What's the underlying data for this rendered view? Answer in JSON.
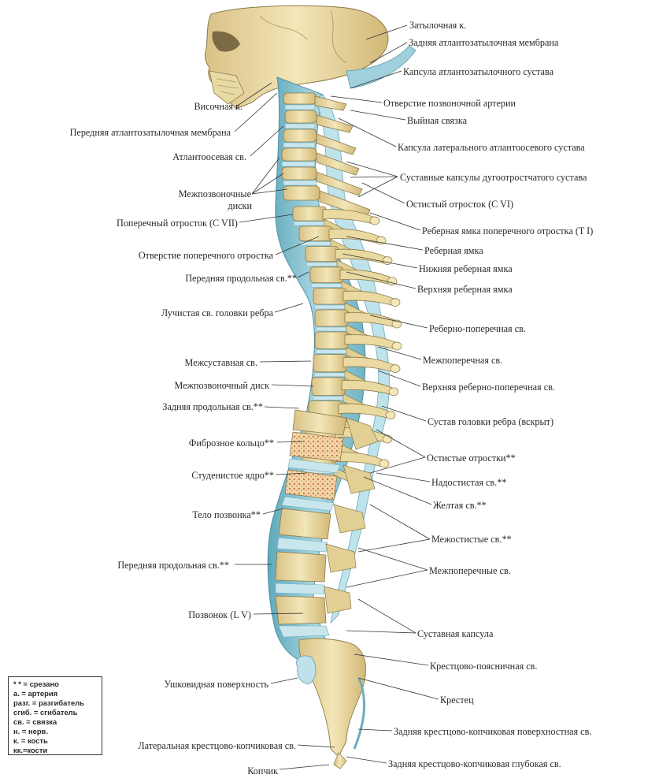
{
  "labels_right": [
    "Затылочная к.",
    "Задняя атлантозатылочная мембрана",
    "Капсула атлантозатылочного сустава",
    "Отверстие позвоночной артерии",
    "Выйная связка",
    "Капсула латерального атлантоосевого сустава",
    "Суставные капсулы дугоотростчатого сустава",
    "Остистый отросток (C VI)",
    "Реберная ямка поперечного отростка (T I)",
    "Реберная ямка",
    "Нижняя реберная ямка",
    "Верхняя реберная ямка",
    "Реберно-поперечная св.",
    "Межпоперечная св.",
    "Верхняя реберно-поперечная св.",
    "Сустав головки ребра (вскрыт)",
    "Остистые отростки**",
    "Надостистая св.**",
    "Желтая св.**",
    "Межостистые св.**",
    "Межпоперечные св.",
    "Суставная капсула",
    "Крестцово-поясничная св.",
    "Крестец",
    "Задняя крестцово-копчиковая поверхностная св.",
    "Задняя крестцово-копчиковая глубокая св."
  ],
  "labels_left": [
    "Височная к.",
    "Передняя атлантозатылочная мембрана",
    "Атлантоосевая св.",
    "Межпозвоночные",
    "диски",
    "Поперечный отросток (C VII)",
    "Отверстие поперечного отростка",
    "Передняя продольная св.**",
    "Лучистая св. головки ребра",
    "Межсуставная св.",
    "Межпозвоночный диск",
    "Задняя продольная св.**",
    "Фиброзное кольцо**",
    "Студенистое ядро**",
    "Тело позвонка**",
    "Передняя продольная св.**",
    "Позвонок (L V)",
    "Ушковидная поверхность",
    "Латеральная крестцово-копчиковая св.",
    "Копчик"
  ],
  "legend": [
    "* * = срезано",
    "a. = артерия",
    "разг. = разгибатель",
    "сгиб. = сгибатель",
    "св. = связка",
    "н. = нерв.",
    "к. = кость",
    "кк.=кости"
  ],
  "colors": {
    "bone": "#efdfa9",
    "bone_shade": "#d6bd7c",
    "ligament": "#9fd0dc",
    "ligament_dark": "#6aaebf",
    "disc": "#c9e6ec",
    "cancellous": "#e8b48c",
    "line": "#333333"
  }
}
